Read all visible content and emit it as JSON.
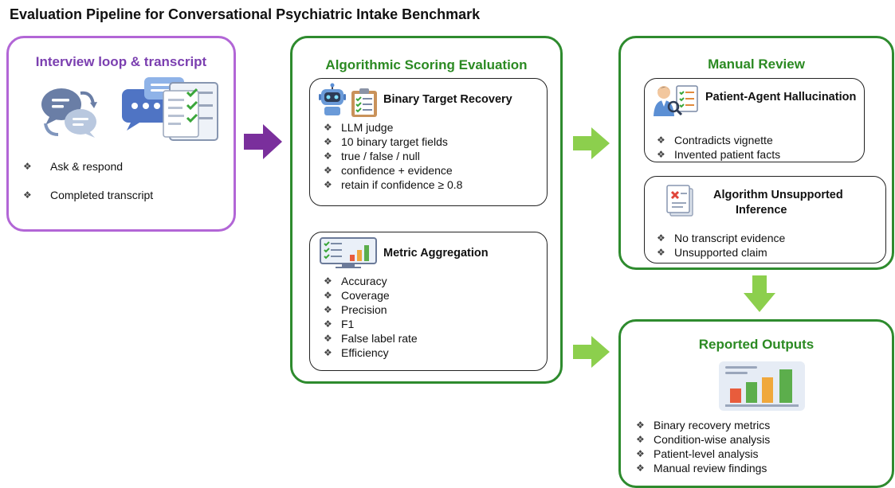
{
  "title": "Evaluation Pipeline for Conversational Psychiatric Intake Benchmark",
  "colors": {
    "purple": "#b266d6",
    "purple_title": "#7b3fb0",
    "green_border": "#2e8b2e",
    "green_title": "#2b8a22",
    "arrow_green": "#8ccf4d",
    "arrow_purple": "#7a2f9c"
  },
  "interview": {
    "title": "Interview loop & transcript",
    "icons": [
      "chat-bubbles-icon",
      "transcript-checklist-icon"
    ],
    "bullets": [
      "Ask & respond",
      "Completed transcript"
    ]
  },
  "scoring": {
    "title": "Algorithmic Scoring Evaluation",
    "binary": {
      "title": "Binary Target Recovery",
      "icons": [
        "robot-icon",
        "clipboard-checklist-icon"
      ],
      "bullets": [
        "LLM judge",
        "10 binary target fields",
        "true / false / null",
        "confidence + evidence",
        "retain if confidence ≥ 0.8"
      ]
    },
    "metric": {
      "title": "Metric Aggregation",
      "icons": [
        "monitor-dashboard-icon"
      ],
      "bullets": [
        "Accuracy",
        "Coverage",
        "Precision",
        "F1",
        "False label rate",
        "Efficiency"
      ]
    }
  },
  "manual": {
    "title": "Manual Review",
    "hallucination": {
      "title": "Patient-Agent Hallucination",
      "icons": [
        "reviewer-magnifier-icon"
      ],
      "bullets": [
        "Contradicts vignette",
        "Invented patient facts"
      ]
    },
    "unsupported": {
      "title_line1": "Algorithm Unsupported",
      "title_line2": "Inference",
      "icons": [
        "rejected-document-icon"
      ],
      "bullets": [
        "No transcript evidence",
        "Unsupported claim"
      ]
    }
  },
  "outputs": {
    "title": "Reported Outputs",
    "icons": [
      "bar-chart-icon"
    ],
    "bullets": [
      "Binary recovery metrics",
      "Condition-wise analysis",
      "Patient-level analysis",
      "Manual review findings"
    ]
  }
}
